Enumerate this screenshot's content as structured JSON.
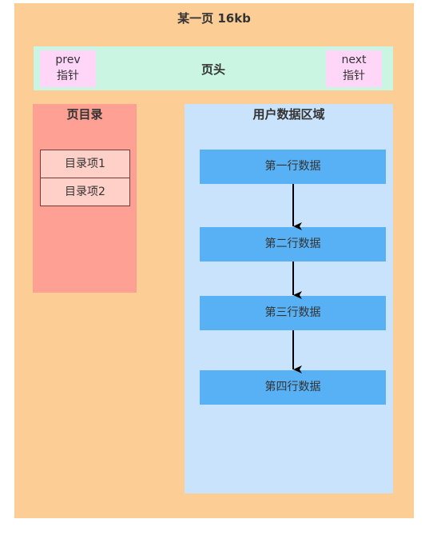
{
  "page": {
    "title": "某一页 16kb"
  },
  "header": {
    "label": "页头",
    "prev_pointer": {
      "line1": "prev",
      "line2": "指针"
    },
    "next_pointer": {
      "line1": "next",
      "line2": "指针"
    }
  },
  "page_directory": {
    "title": "页目录",
    "items": [
      "目录项1",
      "目录项2"
    ]
  },
  "user_data": {
    "title": "用户数据区域",
    "rows": [
      "第一行数据",
      "第二行数据",
      "第三行数据",
      "第四行数据"
    ]
  },
  "colors": {
    "page": "#fccd95",
    "header": "#c9f5e2",
    "pointer": "#ffd5f8",
    "directory": "#fea093",
    "directory_item": "#ffd0c7",
    "user_area": "#c9e3fc",
    "row": "#58b0f5",
    "arrow": "#000000"
  }
}
